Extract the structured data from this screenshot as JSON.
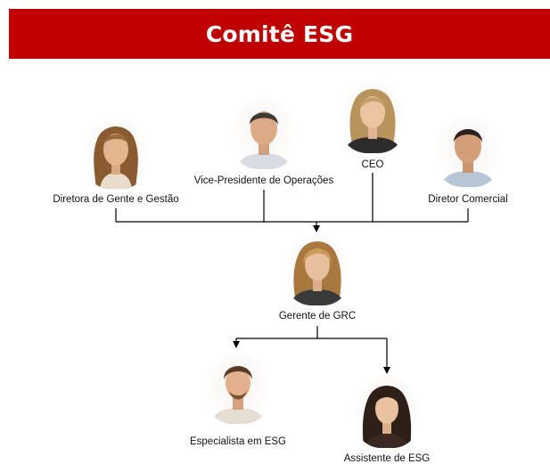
{
  "header": {
    "title": "Comitê ESG"
  },
  "org": {
    "diretora_gente": {
      "label": "Diretora de Gente e Gestão"
    },
    "vp_operacoes": {
      "label": "Vice-Presidente de Operações"
    },
    "ceo": {
      "label": "CEO"
    },
    "diretor_comercial": {
      "label": "Diretor Comercial"
    },
    "gerente_grc": {
      "label": "Gerente de GRC"
    },
    "especialista_esg": {
      "label": "Especialista em ESG"
    },
    "assistente_esg": {
      "label": "Assistente de ESG"
    }
  },
  "colors": {
    "banner": "#c00000",
    "banner_text": "#ffffff",
    "connector": "#000000"
  }
}
